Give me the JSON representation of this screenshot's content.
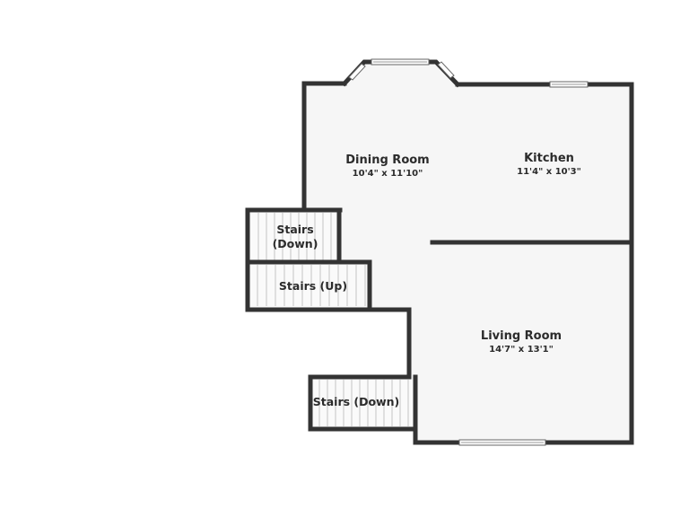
{
  "rooms": {
    "dining": {
      "name": "Dining Room",
      "dims": "10'4\" x 11'10\""
    },
    "kitchen": {
      "name": "Kitchen",
      "dims": "11'4\" x 10'3\""
    },
    "living": {
      "name": "Living Room",
      "dims": "14'7\" x 13'1\""
    }
  },
  "stairs": {
    "upper_down_line1": "Stairs",
    "upper_down_line2": "(Down)",
    "up": "Stairs (Up)",
    "lower_down": "Stairs (Down)"
  },
  "colors": {
    "wall": "#333333",
    "floor": "#f6f6f6",
    "stairs_fill": "#fafafa",
    "stair_lines": "#c4c4c4",
    "window": "#ffffff"
  }
}
